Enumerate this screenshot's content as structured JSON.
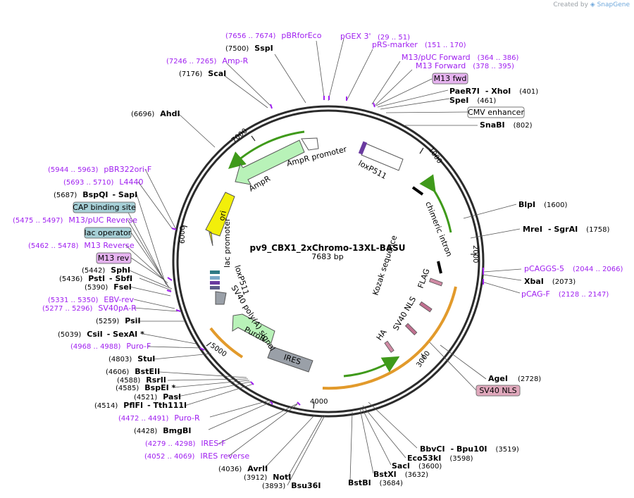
{
  "credit": {
    "prefix": "Created by",
    "brand": "SnapGene"
  },
  "plasmid": {
    "name": "pv9_CBX1_2xChromo-13XL-BASU",
    "length_label": "7683 bp",
    "length": 7683
  },
  "ticks": [
    "1000",
    "2000",
    "3000",
    "4000",
    "5000",
    "6000",
    "7000"
  ],
  "enzymes": [
    {
      "name": "PaeR7I",
      "extra": "XhoI",
      "pos": "(401)"
    },
    {
      "name": "SpeI",
      "extra": "",
      "pos": "(461)"
    },
    {
      "name": "SnaBI",
      "extra": "",
      "pos": "(802)"
    },
    {
      "name": "BlpI",
      "extra": "",
      "pos": "(1600)"
    },
    {
      "name": "MreI",
      "extra": "SgrAI",
      "pos": "(1758)"
    },
    {
      "name": "XbaI",
      "extra": "",
      "pos": "(2073)"
    },
    {
      "name": "AgeI",
      "extra": "",
      "pos": "(2728)"
    },
    {
      "name": "BbvCI",
      "extra": "Bpu10I",
      "pos": "(3519)"
    },
    {
      "name": "Eco53kI",
      "extra": "",
      "pos": "(3598)"
    },
    {
      "name": "SacI",
      "extra": "",
      "pos": "(3600)"
    },
    {
      "name": "BstXI",
      "extra": "",
      "pos": "(3632)"
    },
    {
      "name": "BstBI",
      "extra": "",
      "pos": "(3684)"
    },
    {
      "name": "Bsu36I",
      "extra": "",
      "pos": "(3893)"
    },
    {
      "name": "NotI",
      "extra": "",
      "pos": "(3912)"
    },
    {
      "name": "AvrII",
      "extra": "",
      "pos": "(4036)"
    },
    {
      "name": "BmgBI",
      "extra": "",
      "pos": "(4428)"
    },
    {
      "name": "PflFI",
      "extra": "Tth111I",
      "pos": "(4514)"
    },
    {
      "name": "PasI",
      "extra": "",
      "pos": "(4521)"
    },
    {
      "name": "BspEI *",
      "extra": "",
      "pos": "(4585)"
    },
    {
      "name": "RsrII",
      "extra": "",
      "pos": "(4588)"
    },
    {
      "name": "BstEII",
      "extra": "",
      "pos": "(4606)"
    },
    {
      "name": "StuI",
      "extra": "",
      "pos": "(4803)"
    },
    {
      "name": "CsiI",
      "extra": "SexAI *",
      "pos": "(5039)"
    },
    {
      "name": "PsiI",
      "extra": "",
      "pos": "(5259)"
    },
    {
      "name": "FseI",
      "extra": "",
      "pos": "(5390)"
    },
    {
      "name": "PstI",
      "extra": "SbfI",
      "pos": "(5436)"
    },
    {
      "name": "SphI",
      "extra": "",
      "pos": "(5442)"
    },
    {
      "name": "BspQI",
      "extra": "SapI",
      "pos": "(5687)"
    },
    {
      "name": "AhdI",
      "extra": "",
      "pos": "(6696)"
    },
    {
      "name": "ScaI",
      "extra": "",
      "pos": "(7176)"
    },
    {
      "name": "SspI",
      "extra": "",
      "pos": "(7500)"
    }
  ],
  "primers": [
    {
      "name": "pBRforEco",
      "range": "(7656 .. 7674)"
    },
    {
      "name": "pGEX 3'",
      "range": "(29 .. 51)"
    },
    {
      "name": "pRS-marker",
      "range": "(151 .. 170)"
    },
    {
      "name": "M13/pUC Forward",
      "range": "(364 .. 386)"
    },
    {
      "name": "M13 Forward",
      "range": "(378 .. 395)"
    },
    {
      "name": "Amp-R",
      "range": "(7246 .. 7265)"
    },
    {
      "name": "pCAGGS-5",
      "range": "(2044 .. 2066)"
    },
    {
      "name": "pCAG-F",
      "range": "(2128 .. 2147)"
    },
    {
      "name": "pBR322ori-F",
      "range": "(5944 .. 5963)"
    },
    {
      "name": "L4440",
      "range": "(5693 .. 5710)"
    },
    {
      "name": "M13/pUC Reverse",
      "range": "(5475 .. 5497)"
    },
    {
      "name": "M13 Reverse",
      "range": "(5462 .. 5478)"
    },
    {
      "name": "EBV-rev",
      "range": "(5331 .. 5350)"
    },
    {
      "name": "SV40pA-R",
      "range": "(5277 .. 5296)"
    },
    {
      "name": "Puro-F",
      "range": "(4968 .. 4988)"
    },
    {
      "name": "Puro-R",
      "range": "(4472 .. 4491)"
    },
    {
      "name": "IRES-F",
      "range": "(4279 .. 4298)"
    },
    {
      "name": "IRES reverse",
      "range": "(4052 .. 4069)"
    }
  ],
  "boxed_labels": [
    {
      "text": "M13 fwd",
      "style": "primer"
    },
    {
      "text": "CMV enhancer",
      "style": "plain"
    },
    {
      "text": "CAP binding site",
      "style": "site"
    },
    {
      "text": "lac operator",
      "style": "site"
    },
    {
      "text": "M13 rev",
      "style": "primer"
    },
    {
      "text": "SV40 NLS",
      "style": "nls"
    }
  ],
  "features": [
    {
      "name": "AmpR promoter"
    },
    {
      "name": "AmpR"
    },
    {
      "name": "ori"
    },
    {
      "name": "lac promoter"
    },
    {
      "name": "loxP511"
    },
    {
      "name": "loxP511"
    },
    {
      "name": "SV40 poly(A) signal"
    },
    {
      "name": "PuroR"
    },
    {
      "name": "IRES"
    },
    {
      "name": "chimeric intron"
    },
    {
      "name": "Kozak sequence"
    },
    {
      "name": "FLAG"
    },
    {
      "name": "SV40 NLS"
    },
    {
      "name": "HA"
    }
  ],
  "colors": {
    "primer": "#a020f0",
    "primer_box": "#e6b3f0",
    "site_box": "#a6cfd6",
    "nls_box": "#e0a8bc",
    "backbone": "#2b2b2b",
    "green_arc": "#3f9a1a",
    "orange_arc": "#e29a2b",
    "ori": "#f2ef0a",
    "ampr": "#b8f2b8",
    "ires": "#9aa0a8"
  }
}
